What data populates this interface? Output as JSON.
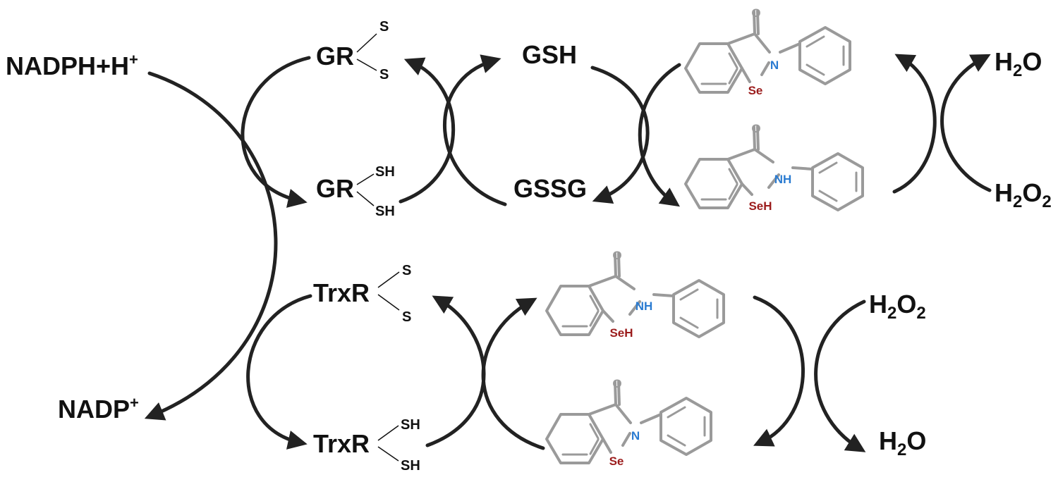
{
  "colors": {
    "arrow": "#222222",
    "text": "#111111",
    "bond": "#9a9a9a",
    "nitrogen": "#2a7bd1",
    "selenium": "#9b1c1c",
    "oxygen": "#9a9a9a"
  },
  "labels": {
    "nadph": "NADPH+H",
    "nadph_sup": "+",
    "nadp": "NADP",
    "nadp_sup": "+",
    "gr": "GR",
    "gsh": "GSH",
    "gssg": "GSSG",
    "trxr": "TrxR",
    "s": "S",
    "sh": "SH"
  },
  "water": {
    "h": "H",
    "sub": "2",
    "o": "O"
  },
  "atoms": {
    "o": "O",
    "n": "N",
    "nh": "NH",
    "se": "Se",
    "seh": "SeH"
  },
  "molecules": [
    {
      "name": "ebselen-top",
      "form": "oxidized"
    },
    {
      "name": "ebselen-selenol-top",
      "form": "reduced"
    },
    {
      "name": "ebselen-selenol-bottom",
      "form": "reduced"
    },
    {
      "name": "ebselen-bottom",
      "form": "oxidized"
    }
  ]
}
